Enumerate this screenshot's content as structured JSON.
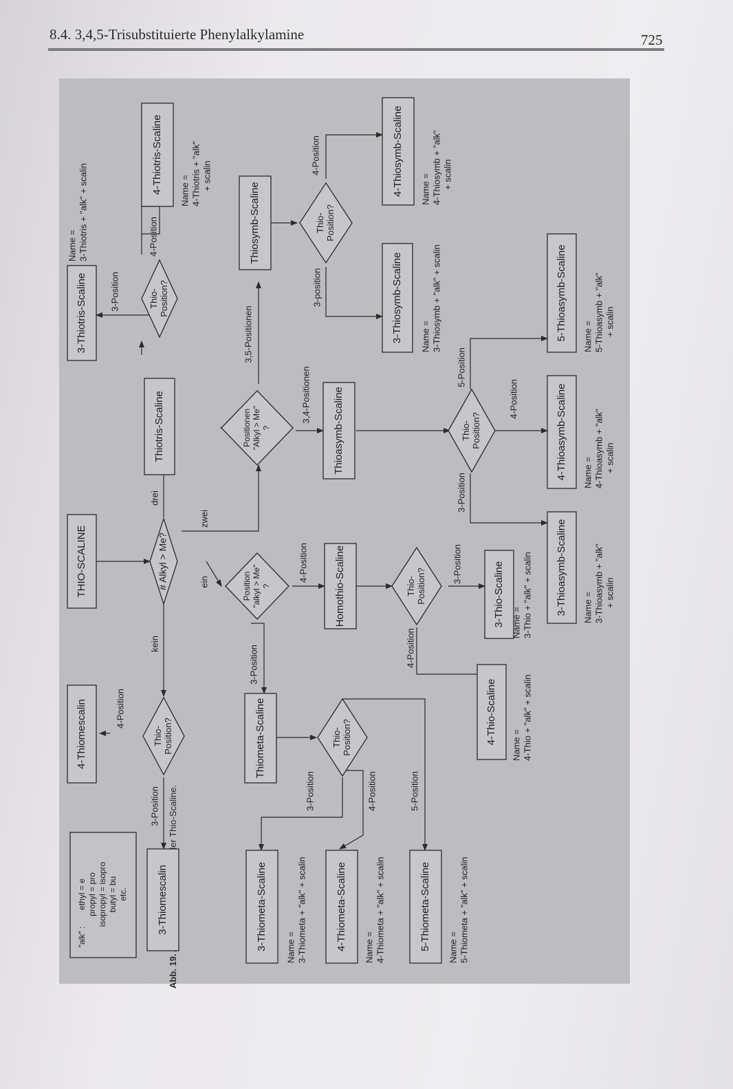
{
  "header": {
    "section": "8.4. 3,4,5-Trisubstituierte Phenylalkylamine",
    "page_number": "725"
  },
  "caption": {
    "label": "Abb. 19.",
    "text": "Aufbau der Nomenklatur der Thio-Scaline."
  },
  "legend": {
    "key": "\"alk\" :",
    "lines": [
      "ethyl = e",
      "propyl = pro",
      "isopropyl = isopro",
      "butyl = bu",
      "etc."
    ]
  },
  "nodes": {
    "root": "THIO-SCALINE",
    "mescalin_4": "4-Thiomescalin",
    "mescalin_3": "3-Thiomescalin",
    "thiometa": "Thiometa-Scaline",
    "homothio": "Homothio-Scaline",
    "thio_4": "4-Thio-Scaline",
    "thio_3": "3-Thio-Scaline",
    "thiometa_3": "3-Thiometa-Scaline",
    "thiometa_4": "4-Thiometa-Scaline",
    "thiometa_5": "5-Thiometa-Scaline",
    "thiotris": "Thiotris-Scaline",
    "thiotris_3": "3-Thiotris-Scaline",
    "thiotris_4": "4-Thiotris-Scaline",
    "thioasymb": "Thioasymb-Scaline",
    "thioasymb_3": "3-Thioasymb-Scaline",
    "thioasymb_4": "4-Thioasymb-Scaline",
    "thioasymb_5": "5-Thioasymb-Scaline",
    "thiosymb": "Thiosymb-Scaline",
    "thiosymb_3": "3-Thiosymb-Scaline",
    "thiosymb_4": "4-Thiosymb-Scaline"
  },
  "decisions": {
    "alkyl_count": [
      "# Alkyl > Me?"
    ],
    "thio_position": [
      "Thio-",
      "Position?"
    ],
    "position_alkyl": [
      "Position",
      "\"alkyl > Me\"",
      "?"
    ],
    "positionen_alkyl": [
      "Positionen",
      "\"Alkyl > Me\"",
      "?"
    ]
  },
  "edges": {
    "kein": "kein",
    "ein": "ein",
    "zwei": "zwei",
    "drei": "drei",
    "pos3": "3-Position",
    "pos4": "4-Position",
    "pos5": "5-Position",
    "pos3_lower": "3-position",
    "pos35": "3,5-Positionen",
    "pos34": "3,4-Positionen"
  },
  "names": {
    "thiometa_3": [
      "Name =",
      "3-Thiometa + \"alk\" + scalin"
    ],
    "thiometa_4": [
      "Name =",
      "4-Thiometa + \"alk\" + scalin"
    ],
    "thiometa_5": [
      "Name =",
      "5-Thiometa + \"alk\" + scalin"
    ],
    "thio_4": [
      "Name =",
      "4-Thio + \"alk\" + scalin"
    ],
    "thio_3": [
      "Name =",
      "3-Thio + \"alk\" + scalin"
    ],
    "thioasymb_3": [
      "Name =",
      "3-Thioasymb + \"alk\"",
      "+ scalin"
    ],
    "thioasymb_4": [
      "Name =",
      "4-Thioasymb + \"alk\"",
      "+ scalin"
    ],
    "thioasymb_5": [
      "Name =",
      "5-Thioasymb + \"alk\"",
      "+ scalin"
    ],
    "thiosymb_3": [
      "Name =",
      "3-Thiosymb + \"alk\" + scalin"
    ],
    "thiosymb_4": [
      "Name =",
      "4-Thiosymb + \"alk\"",
      "+ scalin"
    ],
    "thiotris_3": [
      "Name =",
      "3-Thiotris + \"alk\" + scalin"
    ],
    "thiotris_4": [
      "Name =",
      "4-Thiotris + \"alk\"",
      "+ scalin"
    ]
  }
}
